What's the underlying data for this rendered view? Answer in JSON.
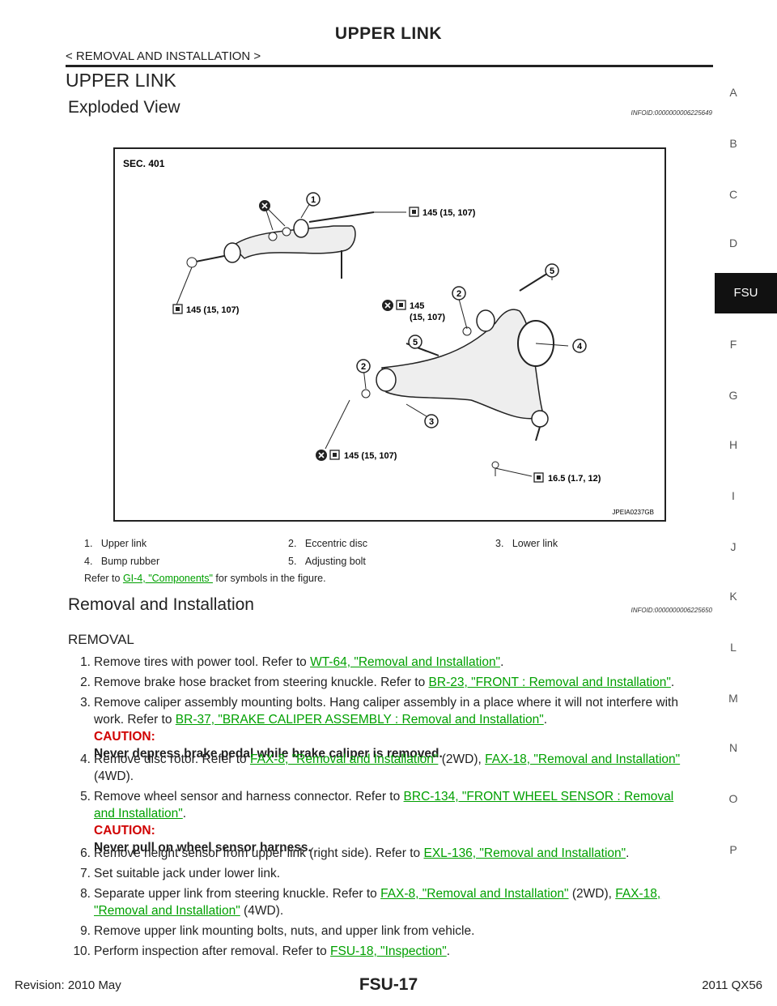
{
  "header": {
    "title": "UPPER LINK",
    "breadcrumb": "< REMOVAL AND INSTALLATION >"
  },
  "section_title": "UPPER LINK",
  "exploded_view": {
    "heading": "Exploded View",
    "infoid": "INFOID:0000000006225649",
    "figure": {
      "sec": "SEC. 401",
      "code": "JPEIA0237GB",
      "callouts": [
        "1",
        "2",
        "2",
        "3",
        "4",
        "5",
        "5"
      ],
      "torque_labels": {
        "t1": "145 (15, 107)",
        "t2": "145 (15, 107)",
        "t3_line1": "145",
        "t3_line2": "(15, 107)",
        "t4": "145 (15, 107)",
        "t5": "16.5 (1.7, 12)"
      }
    },
    "legend": [
      {
        "num": "1.",
        "label": "Upper link"
      },
      {
        "num": "2.",
        "label": "Eccentric disc"
      },
      {
        "num": "3.",
        "label": "Lower link"
      },
      {
        "num": "4.",
        "label": "Bump rubber"
      },
      {
        "num": "5.",
        "label": "Adjusting bolt"
      }
    ],
    "refer": {
      "prefix": "Refer to ",
      "link": "GI-4, \"Components\"",
      "suffix": " for symbols in the figure."
    }
  },
  "removal_installation": {
    "heading": "Removal and Installation",
    "infoid": "INFOID:0000000006225650",
    "subheading": "REMOVAL",
    "caution_label": "CAUTION:",
    "steps": [
      {
        "num": "1.",
        "text": "Remove tires with power tool. Refer to ",
        "link": "WT-64, \"Removal and Installation\"",
        "after": "."
      },
      {
        "num": "2.",
        "text": "Remove brake hose bracket from steering knuckle. Refer to ",
        "link": "BR-23, \"FRONT : Removal and Installation\"",
        "after": "."
      },
      {
        "num": "3.",
        "text_line1": "Remove caliper assembly mounting bolts. Hang caliper assembly in a place where it will not interfere with",
        "text_line2": "work. Refer to ",
        "link": "BR-37, \"BRAKE CALIPER ASSEMBLY : Removal and Installation\"",
        "after": ".",
        "caution": "Never depress brake pedal while brake caliper is removed."
      },
      {
        "num": "4.",
        "text": "Remove disc rotor. Refer to ",
        "link": "FAX-8, \"Removal and Installation\"",
        "middle": " (2WD), ",
        "link2": "FAX-18, \"Removal and Installation\"",
        "after": "(4WD)."
      },
      {
        "num": "5.",
        "text": "Remove wheel sensor and harness connector. Refer to ",
        "link": "BRC-134, \"FRONT WHEEL SENSOR : Removal",
        "link_cont": "and Installation\"",
        "after": ".",
        "caution": "Never pull on wheel sensor harness."
      },
      {
        "num": "6.",
        "text": "Remove height sensor from upper link (right side). Refer to ",
        "link": "EXL-136, \"Removal and Installation\"",
        "after": "."
      },
      {
        "num": "7.",
        "text": "Set suitable jack under lower link."
      },
      {
        "num": "8.",
        "text": "Separate upper link from steering knuckle. Refer to ",
        "link": "FAX-8, \"Removal and Installation\"",
        "middle": " (2WD), ",
        "link2": "FAX-18,",
        "link2_cont": "\"Removal and Installation\"",
        "after": " (4WD)."
      },
      {
        "num": "9.",
        "text": "Remove upper link mounting bolts, nuts, and upper link from vehicle."
      },
      {
        "num": "10.",
        "text": "Perform inspection after removal. Refer to ",
        "link": "FSU-18, \"Inspection\"",
        "after": "."
      }
    ]
  },
  "side_tabs": [
    "A",
    "B",
    "C",
    "D",
    "FSU",
    "F",
    "G",
    "H",
    "I",
    "J",
    "K",
    "L",
    "M",
    "N",
    "O",
    "P"
  ],
  "footer": {
    "revision": "Revision: 2010 May",
    "page": "FSU-17",
    "model": "2011 QX56"
  }
}
